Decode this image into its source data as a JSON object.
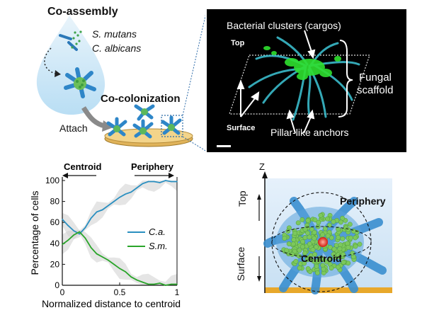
{
  "schematic": {
    "coassembly_label": "Co-assembly",
    "species_1": "S. mutans",
    "species_2": "C. albicans",
    "cocolonization_label": "Co-colonization",
    "attach_label": "Attach"
  },
  "micrograph": {
    "bacterial_clusters_label": "Bacterial clusters (cargos)",
    "fungal_label_line1": "Fungal",
    "fungal_label_line2": "scaffold",
    "pillar_label": "Pillar-like anchors",
    "axis_top": "Top",
    "axis_surface": "Surface"
  },
  "model": {
    "z_label": "Z",
    "top_label": "Top",
    "surface_label": "Surface",
    "periphery_label": "Periphery",
    "centroid_label": "Centroid"
  },
  "chart_data": {
    "type": "line",
    "xlabel": "Normalized distance to centroid",
    "ylabel": "Percentage of cells",
    "xlim": [
      0,
      1
    ],
    "ylim": [
      0,
      100
    ],
    "x_ticks": [
      "0",
      "0.5",
      "1"
    ],
    "y_ticks": [
      "0",
      "20",
      "40",
      "60",
      "80",
      "100"
    ],
    "annotations": {
      "left_arrow": "Centroid",
      "right_arrow": "Periphery"
    },
    "legend_position": "right",
    "series": [
      {
        "name": "C.a.",
        "color": "#2a8fc0",
        "x": [
          0,
          0.05,
          0.1,
          0.15,
          0.2,
          0.25,
          0.3,
          0.35,
          0.4,
          0.45,
          0.5,
          0.55,
          0.6,
          0.65,
          0.7,
          0.75,
          0.8,
          0.85,
          0.9,
          0.95,
          1.0
        ],
        "y": [
          63,
          57,
          52,
          49,
          55,
          64,
          70,
          72,
          76,
          80,
          84,
          87,
          89,
          93,
          97,
          99,
          99,
          98,
          100,
          99,
          99
        ]
      },
      {
        "name": "S.m.",
        "color": "#2aa52a",
        "x": [
          0,
          0.05,
          0.1,
          0.15,
          0.2,
          0.25,
          0.3,
          0.35,
          0.4,
          0.45,
          0.5,
          0.55,
          0.6,
          0.65,
          0.7,
          0.75,
          0.8,
          0.85,
          0.9,
          0.95,
          1.0
        ],
        "y": [
          39,
          43,
          48,
          51,
          45,
          36,
          30,
          27,
          24,
          20,
          16,
          13,
          8,
          5,
          3,
          1,
          1,
          2,
          0,
          1,
          1
        ]
      }
    ]
  }
}
